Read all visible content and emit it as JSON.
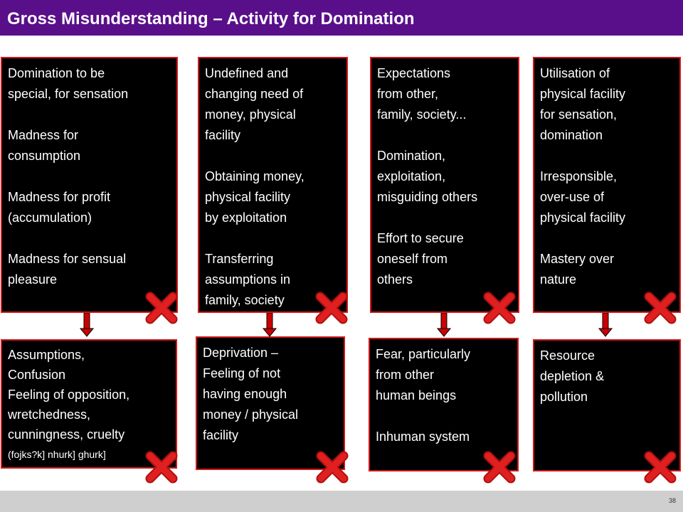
{
  "slide": {
    "title": "Gross Misunderstanding – Activity for Domination",
    "page_number": "38"
  },
  "top_boxes": [
    {
      "paragraphs": [
        [
          "Domination to be",
          "special, for sensation"
        ],
        [
          "Madness for",
          "consumption"
        ],
        [
          "Madness for profit",
          "(accumulation)"
        ],
        [
          "Madness for sensual",
          "pleasure"
        ]
      ]
    },
    {
      "paragraphs": [
        [
          "Undefined and",
          "changing need of",
          "money, physical",
          "facility"
        ],
        [
          "Obtaining money,",
          "physical facility",
          "by exploitation"
        ],
        [
          "Transferring",
          "assumptions in",
          "family, society"
        ]
      ]
    },
    {
      "paragraphs": [
        [
          "Expectations",
          "from other,",
          "family, society..."
        ],
        [
          "Domination,",
          "exploitation,",
          "misguiding others"
        ],
        [
          "Effort to secure",
          "oneself from",
          "others"
        ]
      ]
    },
    {
      "paragraphs": [
        [
          "Utilisation of",
          "physical facility",
          "for sensation,",
          "domination"
        ],
        [
          "Irresponsible,",
          "over-use of",
          "physical facility"
        ],
        [
          "Mastery over",
          "nature"
        ]
      ]
    }
  ],
  "bottom_boxes": [
    {
      "lines": [
        "Assumptions,",
        "Confusion",
        "Feeling of opposition,",
        "wretchedness,",
        "cunningness, cruelty"
      ],
      "small_line": "(fojks?k] nhurk] ghurk]"
    },
    {
      "lines": [
        "Deprivation –",
        "Feeling of not",
        "having enough",
        "money / physical",
        "facility"
      ]
    },
    {
      "lines": [
        "Fear, particularly",
        "from other",
        "human beings",
        "",
        "Inhuman system"
      ]
    },
    {
      "lines": [
        "Resource",
        "depletion &",
        "pollution"
      ]
    }
  ],
  "colors": {
    "title_bar": "#5a0f8a",
    "box_fill": "#000000",
    "box_border": "#d01818",
    "arrow": "#cc0000",
    "cross": "#e02020",
    "footer": "#cfcfcf"
  },
  "icons": {
    "arrow": "down-arrow-icon",
    "cross": "cross-icon"
  }
}
